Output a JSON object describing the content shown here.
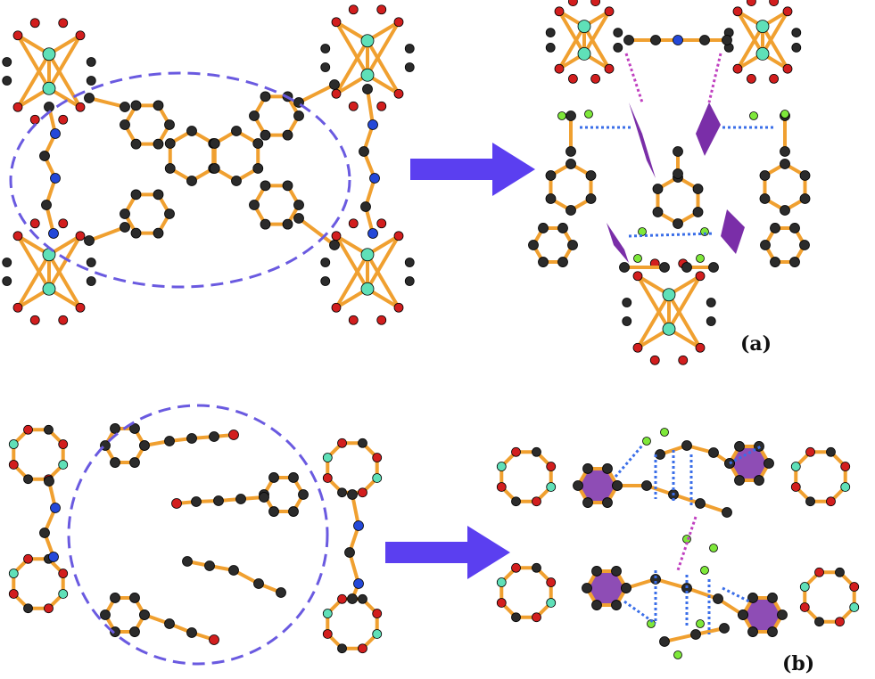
{
  "figure": {
    "panels": [
      {
        "id": "a",
        "label": "(a)"
      },
      {
        "id": "b",
        "label": "(b)"
      }
    ]
  },
  "colors": {
    "bond": "#f0a030",
    "carbon": "#2b2b2b",
    "oxygen": "#d21e1e",
    "nitrogen": "#2448d8",
    "metal": "#5fe0b8",
    "fluorine": "#7ee83a",
    "dashed_ellipse": "#6a5ae0",
    "arrow": "#5b3ff0",
    "contact_blue": "#3a6ee8",
    "contact_magenta": "#c040c0",
    "ring_fill": "#7a2ea8"
  },
  "icons": [
    "right-arrow-icon",
    "dashed-ellipse"
  ]
}
